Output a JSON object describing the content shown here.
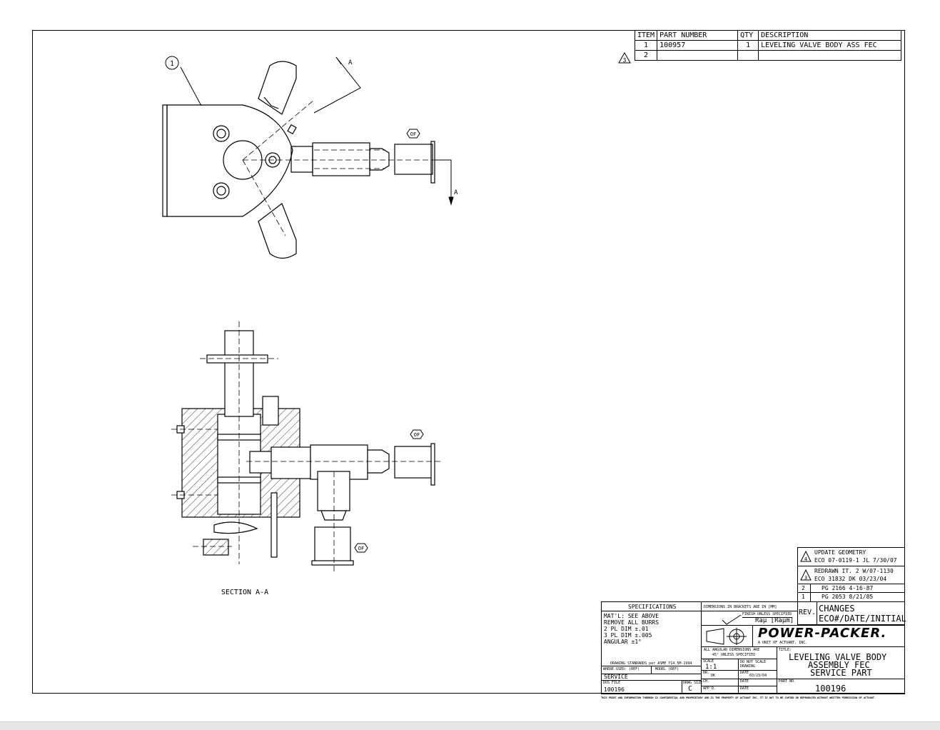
{
  "bom": {
    "headers": [
      "ITEM",
      "PART NUMBER",
      "QTY",
      "DESCRIPTION"
    ],
    "rows": [
      [
        "1",
        "100957",
        "1",
        "LEVELING VALVE BODY ASS FEC"
      ],
      [
        "2",
        "",
        "",
        ""
      ]
    ],
    "rev_flag": "3"
  },
  "views": {
    "balloon_item": "1",
    "section_marker_top": "A",
    "section_marker_bottom": "A",
    "of_tag": "OF",
    "section_label": "SECTION A-A"
  },
  "revisions": [
    {
      "flag": "4",
      "line1": "UPDATE GEOMETRY",
      "line2": "ECO 07-0119-1 JL 7/30/07"
    },
    {
      "flag": "3",
      "line1": "REDRAWN IT. 2 W/07-1130",
      "line2": "ECO 31832 DK 03/23/04"
    },
    {
      "rev": "2",
      "text": "PG 2166   4-16-87"
    },
    {
      "rev": "1",
      "text": "PG 2053   8/21/85"
    }
  ],
  "rev_header": {
    "rev": "REV.",
    "changes": "CHANGES",
    "eco": "ECO#/DATE/INITIAL"
  },
  "title_block": {
    "specifications_title": "SPECIFICATIONS",
    "spec_lines": [
      "MAT'L: SEE ABOVE",
      "REMOVE ALL BURRS",
      "2 PL DIM ±.01",
      "3 PL DIM ±.005",
      "ANGULAR ±1°"
    ],
    "drawing_standards": "DRAWING STANDARDS per ASME Y14.5M-1994",
    "where_used_label": "WHERE USED: (REF)",
    "model_label": "MODEL (REF)",
    "where_used_value": "SERVICE",
    "dos_file_label": "DOS FILE",
    "dwg_size_label": "DRWG SIZE",
    "dos_file_value": "100196",
    "dwg_size_value": "C",
    "dims_note": "DIMENSIONS IN BRACKETS ARE IN [MM]",
    "finish_note": "FINISH UNLESS SPECIFIED",
    "finish_value": "Raμ [Raμm]",
    "company_logo": "POWER-PACKER.",
    "company_sub": "A UNIT OF ACTUANT, INC.",
    "angular_note_1": "ALL ANGULAR DIMENSIONS ARE",
    "angular_note_2": "45° UNLESS SPECIFIED",
    "scale_label": "SCALE",
    "scale_value": "1:1",
    "do_not_scale_1": "DO NOT SCALE",
    "do_not_scale_2": "DRAWING",
    "dr_label": "DR.",
    "dr_value": "DK",
    "date_label": "DATE",
    "date_value": "03/23/04",
    "ch_label": "CH.",
    "ch_date_label": "DATE",
    "appd_label": "APP'D.",
    "appd_date_label": "DATE",
    "title_label": "TITLE:",
    "title_lines": [
      "LEVELING VALVE BODY",
      "ASSEMBLY FEC",
      "SERVICE PART"
    ],
    "part_no_label": "PART NO.",
    "part_no_value": "100196",
    "confidential": "THIS PRINT AND INFORMATION THEREON IS CONFIDENTIAL AND PROPRIETARY AND IS THE PROPERTY OF ACTUANT INC. IT IS NOT TO BE COPIED OR REPRODUCED WITHOUT WRITTEN PERMISSION OF ACTUANT."
  }
}
